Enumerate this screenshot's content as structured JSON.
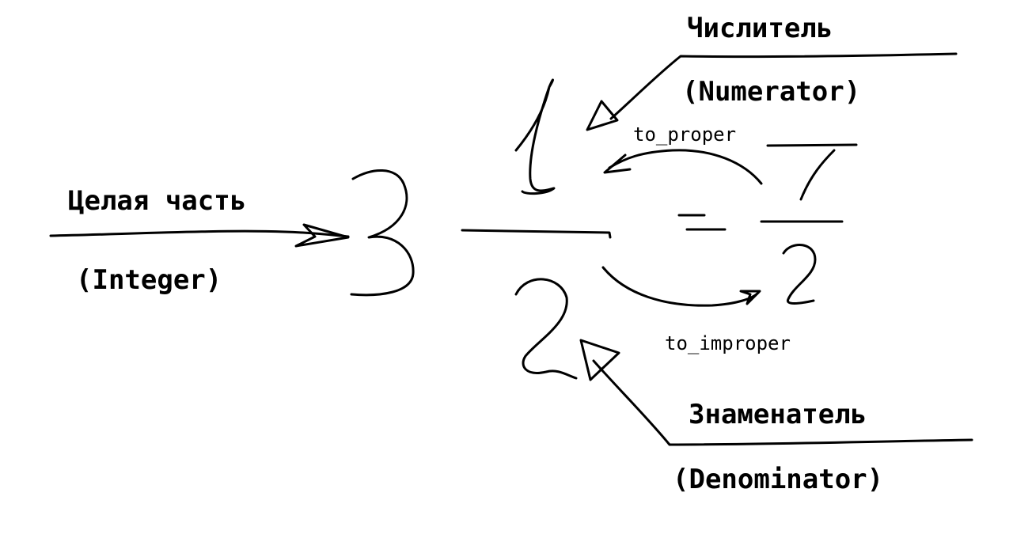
{
  "labels": {
    "integer_ru": "Целая часть",
    "integer_en": "(Integer)",
    "numerator_ru": "Числитель",
    "numerator_en": "(Numerator)",
    "denominator_ru": "Знаменатель",
    "denominator_en": "(Denominator)",
    "to_proper": "to_proper",
    "to_improper": "to_improper"
  },
  "mixed_number": {
    "integer": "3",
    "numerator": "1",
    "denominator": "2"
  },
  "improper_fraction": {
    "numerator": "7",
    "denominator": "2"
  },
  "ink_color": "#000000"
}
